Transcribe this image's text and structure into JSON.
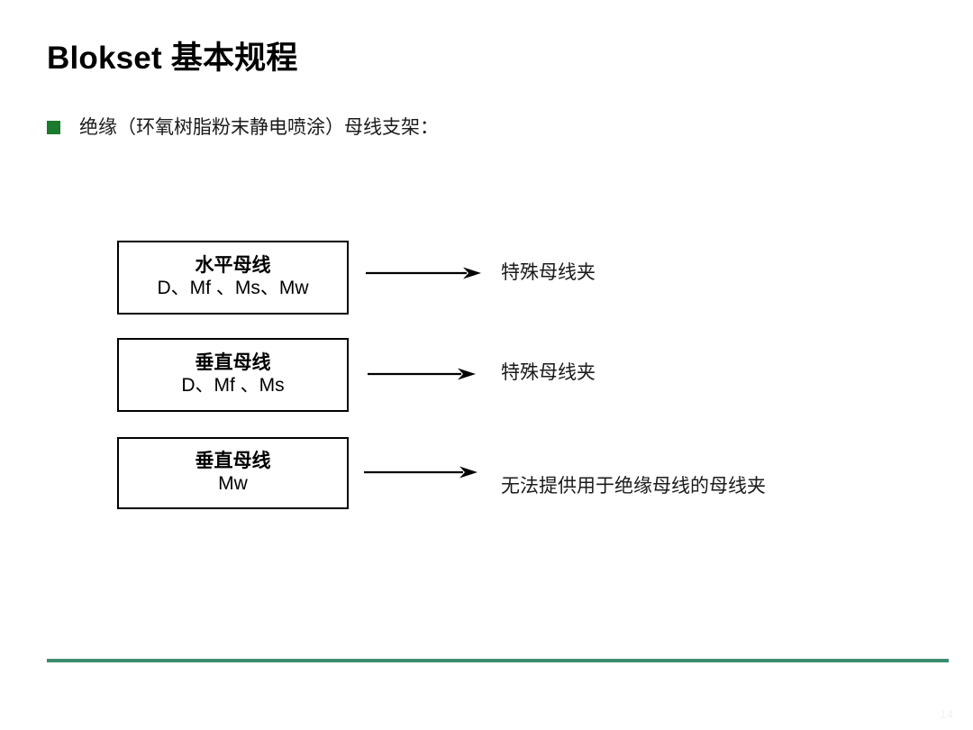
{
  "slide": {
    "title": "Blokset 基本规程",
    "bullet": {
      "marker_icon": "green-square-bullet-icon",
      "text": "绝缘（环氧树脂粉末静电喷涂）母线支架："
    },
    "diagram": {
      "type": "flow",
      "rows": [
        {
          "box_title": "水平母线",
          "box_subtitle": "D、Mf 、Ms、Mw",
          "arrow_icon": "right-arrow-icon",
          "label": "特殊母线夹"
        },
        {
          "box_title": "垂直母线",
          "box_subtitle": "D、Mf 、Ms",
          "arrow_icon": "right-arrow-icon",
          "label": "特殊母线夹"
        },
        {
          "box_title": "垂直母线",
          "box_subtitle": "Mw",
          "arrow_icon": "right-arrow-icon",
          "label": "无法提供用于绝缘母线的母线夹"
        }
      ]
    },
    "footer": {
      "rule_color": "#3d8b6d",
      "page_number": "14"
    },
    "colors": {
      "bullet_green": "#1a7a2e",
      "rule_green": "#3d8b6d",
      "box_border": "#000000",
      "text": "#000000",
      "background": "#ffffff"
    }
  }
}
